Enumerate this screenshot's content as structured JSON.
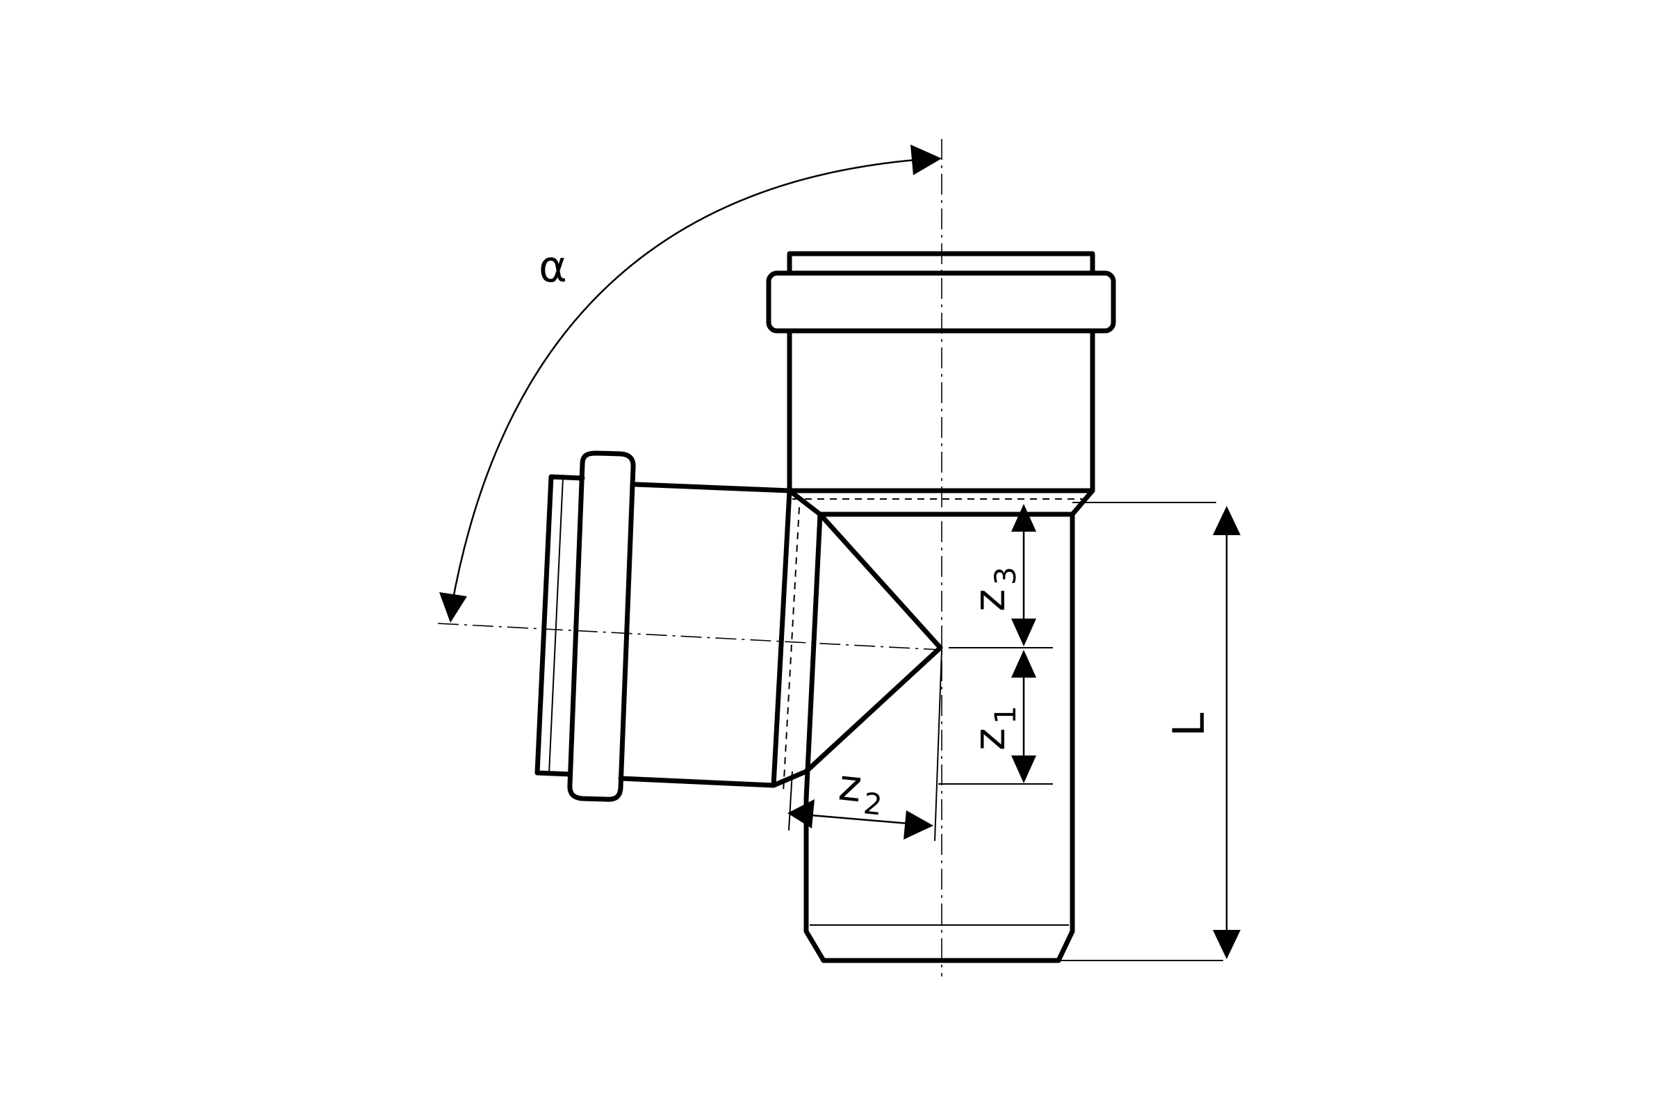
{
  "labels": {
    "alpha": "α",
    "z3": "z",
    "z3_sub": "3",
    "z1": "z",
    "z1_sub": "1",
    "z2": "z",
    "z2_sub": "2",
    "L": "L"
  }
}
